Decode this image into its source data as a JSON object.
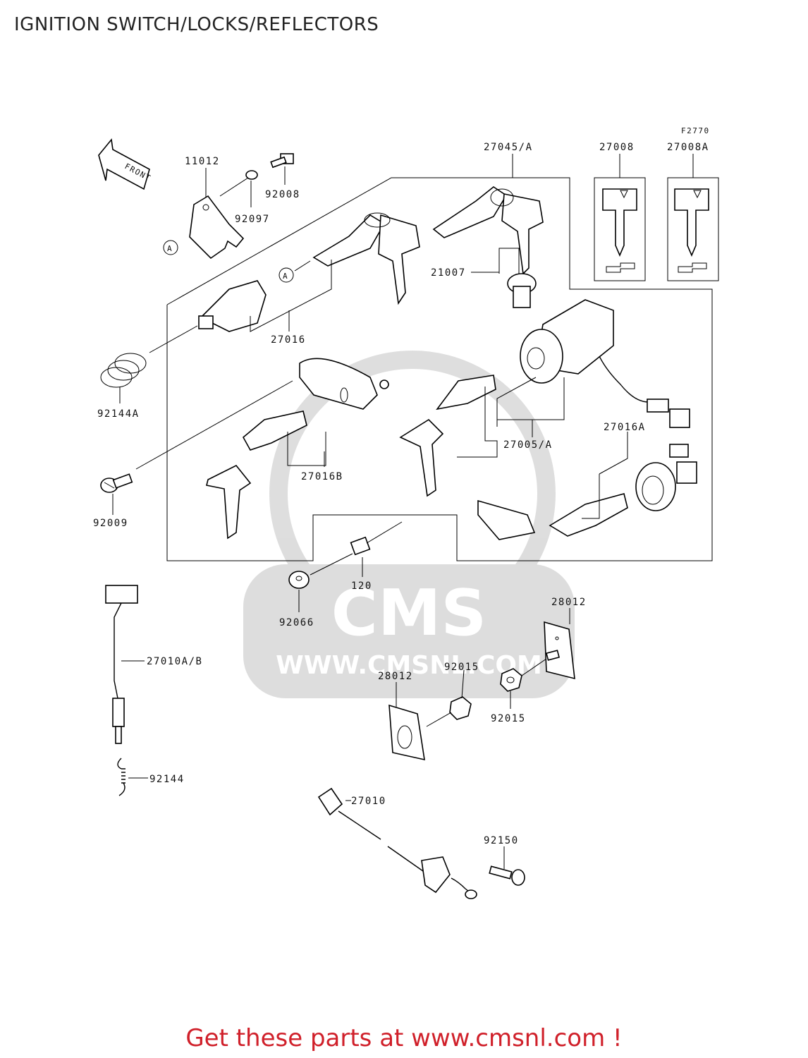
{
  "title": "IGNITION SWITCH/LOCKS/REFLECTORS",
  "figure_code": "F2770",
  "front_label": "FRONT",
  "ref_marks": [
    "A",
    "A"
  ],
  "labels": {
    "p11012": "11012",
    "p92008": "92008",
    "p92097": "92097",
    "p27045": "27045/A",
    "p27008": "27008",
    "p27008A": "27008A",
    "p21007": "21007",
    "p27016": "27016",
    "p92144A": "92144A",
    "p27016B": "27016B",
    "p27005": "27005/A",
    "p27016A": "27016A",
    "p92009": "92009",
    "p120": "120",
    "p92066": "92066",
    "p28012a": "28012",
    "p27010AB": "27010A/B",
    "p92015a": "92015",
    "p28012b": "28012",
    "p92015b": "92015",
    "p92144": "92144",
    "p27010": "27010",
    "p92150": "92150"
  },
  "watermark": "WWW.CMSNL.COM",
  "footer": "Get these parts at www.cmsnl.com !"
}
